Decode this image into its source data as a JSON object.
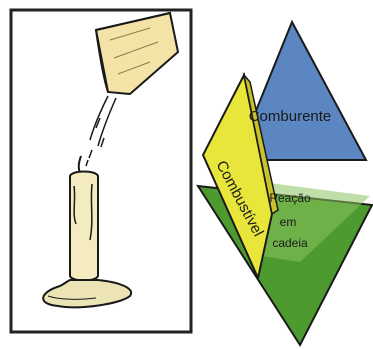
{
  "labels": {
    "comburente": "Comburente",
    "combustivel": "Combustível",
    "reacao": [
      "Reação",
      "em",
      "cadeia"
    ]
  },
  "colors": {
    "comburente": "#5b86c2",
    "combustivel": "#e8e63a",
    "reacao": "#4d9a2e",
    "outline": "#1a1a1a",
    "candle_frame": "#222222"
  },
  "icons": [
    "water-bucket-icon",
    "candle-icon",
    "fire-tetrahedron-icon"
  ]
}
